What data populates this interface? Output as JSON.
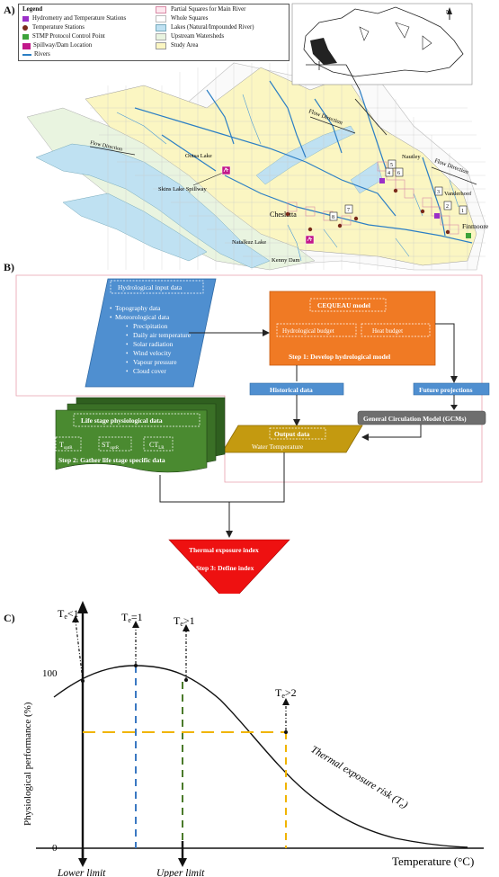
{
  "panel_labels": {
    "a": "A)",
    "b": "B)",
    "c": "C)"
  },
  "legend": {
    "title": "Legend",
    "items_left": [
      {
        "label": "Hydrometry and Temperature Stations",
        "icon": "purple-square"
      },
      {
        "label": "Temperature Stations",
        "icon": "brown-circle"
      },
      {
        "label": "STMP Protocol Control Point",
        "icon": "green-square"
      },
      {
        "label": "Spillway/Dam Location",
        "icon": "magenta-dam"
      },
      {
        "label": "Rivers",
        "icon": "blue-line"
      }
    ],
    "items_right": [
      {
        "label": "Partial Squares for Main River",
        "icon": "pink-square"
      },
      {
        "label": "Whole Squares",
        "icon": "white-square"
      },
      {
        "label": "Lakes (Natural/Impounded River)",
        "icon": "lightblue-square"
      },
      {
        "label": "Upstream Watersheds",
        "icon": "lightgreen-square"
      },
      {
        "label": "Study Area",
        "icon": "yellow-square"
      }
    ]
  },
  "map": {
    "north": "N",
    "flow1": "Flow Direction",
    "flow2": "Flow Direction",
    "flow3": "Flow Direction",
    "places": {
      "ootsa": "Ootsa Lake",
      "skins": "Skins Lake Spillway",
      "cheslatta": "Cheslatta",
      "natalkuz": "Natalkuz Lake",
      "kenney": "Kenny Dam",
      "nautley": "Nautley",
      "vanderhoof": "Vanderhoof",
      "finmoore": "Finmoore"
    },
    "stations": [
      "1",
      "2",
      "3",
      "4",
      "5",
      "6",
      "7",
      "8"
    ]
  },
  "flow": {
    "input": {
      "title": "Hydrological input data",
      "items": [
        "Topography data",
        "Meteorological data"
      ],
      "sub_items": [
        "Precipitation",
        "Daily air temperature",
        "Solar radiation",
        "Wind velocity",
        "Vapour pressure",
        "Cloud cover"
      ]
    },
    "model": {
      "title": "CEQUEAU model",
      "budget1": "Hydrological budget",
      "budget2": "Heat budget",
      "step": "Step 1: Develop hydrological model"
    },
    "historical": "Historical data",
    "future": "Future projections",
    "gcm": "General Circulation Model (GCMs)",
    "output": {
      "title": "Output data",
      "sub": "Water Temperature"
    },
    "life": {
      "title": "Life stage physiological data",
      "t1": "T",
      "t1_sub": "optR",
      "t2": "ST",
      "t2_sub": "optR",
      "t3": "CT",
      "t3_sub": "LR",
      "step": "Step 2: Gather life stage specific data"
    },
    "index": {
      "title": "Thermal exposure index",
      "step": "Step 3: Define index"
    }
  },
  "curve": {
    "ylabel": "Physiological performance (%)",
    "xlabel": "Temperature (°C)",
    "y100": "100",
    "y0": "0",
    "lower": "Lower limit",
    "upper": "Upper limit",
    "te_lt1": "T",
    "te_lt1_val": "<1",
    "te_eq1": "T",
    "te_eq1_val": "=1",
    "te_gt1": "T",
    "te_gt1_val": ">1",
    "te_gt2": "T",
    "te_gt2_val": ">2",
    "te_sub": "e",
    "risk": "Thermal exposure risk (T",
    "risk_sub": "e",
    "risk_end": ")",
    "colors": {
      "blue": "#3a78c2",
      "green": "#4a7a2a",
      "yellow": "#f0b400"
    }
  }
}
